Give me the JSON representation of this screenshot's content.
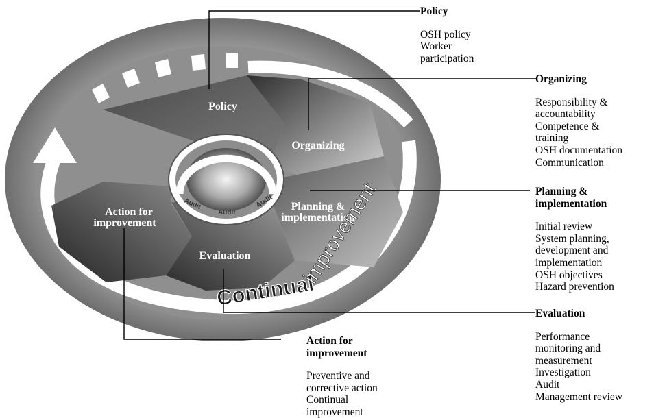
{
  "diagram": {
    "segments": {
      "policy": "Policy",
      "organizing": "Organizing",
      "planning": [
        "Planning &",
        "implementation"
      ],
      "evaluation": "Evaluation",
      "action": [
        "Action for",
        "improvement"
      ]
    },
    "ring_text": {
      "continual": "Continual",
      "improvement": "improvement"
    },
    "audit_labels": [
      "Audit",
      "Audit",
      "Audit"
    ]
  },
  "callouts": {
    "policy": {
      "heading": [
        "Policy"
      ],
      "items": [
        "OSH policy",
        "Worker",
        "participation"
      ]
    },
    "organizing": {
      "heading": [
        "Organizing"
      ],
      "items": [
        "Responsibility &",
        "accountability",
        "Competence &",
        "training",
        "OSH documentation",
        "Communication"
      ]
    },
    "planning": {
      "heading": [
        "Planning &",
        "implementation"
      ],
      "items": [
        "Initial review",
        "System planning,",
        "development and",
        "implementation",
        "OSH objectives",
        "Hazard prevention"
      ]
    },
    "evaluation": {
      "heading": [
        "Evaluation"
      ],
      "items": [
        "Performance",
        "monitoring and",
        "measurement",
        "Investigation",
        "Audit",
        "Management review"
      ]
    },
    "action": {
      "heading": [
        "Action for",
        "improvement"
      ],
      "items": [
        "Preventive and",
        "corrective action",
        "Continual",
        "improvement"
      ]
    }
  }
}
